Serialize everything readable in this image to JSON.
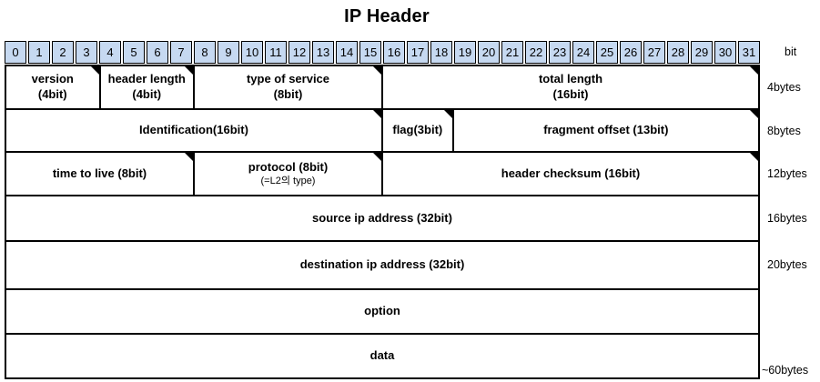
{
  "title": "IP Header",
  "colors": {
    "bit_cell_bg": "#c6d9f1",
    "line": "#000000"
  },
  "bit_numbers": [
    "0",
    "1",
    "2",
    "3",
    "4",
    "5",
    "6",
    "7",
    "8",
    "9",
    "10",
    "11",
    "12",
    "13",
    "14",
    "15",
    "16",
    "17",
    "18",
    "19",
    "20",
    "21",
    "22",
    "23",
    "24",
    "25",
    "26",
    "27",
    "28",
    "29",
    "30",
    "31"
  ],
  "side_labels": [
    {
      "text": "bit"
    },
    {
      "text": "4bytes"
    },
    {
      "text": "8bytes"
    },
    {
      "text": "12bytes"
    },
    {
      "text": "16bytes"
    },
    {
      "text": "20bytes"
    },
    {
      "text": "~60bytes"
    }
  ],
  "rows": [
    {
      "cells": [
        {
          "name": "version",
          "span": 4,
          "lines": [
            "version",
            "(4bit)"
          ],
          "marker": true
        },
        {
          "name": "header-length",
          "span": 4,
          "lines": [
            "header length",
            "(4bit)"
          ],
          "marker": true
        },
        {
          "name": "type-of-service",
          "span": 8,
          "lines": [
            "type of service",
            "(8bit)"
          ],
          "marker": true
        },
        {
          "name": "total-length",
          "span": 16,
          "lines": [
            "total length",
            "(16bit)"
          ],
          "marker": true
        }
      ]
    },
    {
      "cells": [
        {
          "name": "identification",
          "span": 16,
          "lines": [
            "Identification(16bit)"
          ],
          "marker": true
        },
        {
          "name": "flag",
          "span": 3,
          "lines": [
            "flag(3bit)"
          ],
          "marker": true
        },
        {
          "name": "fragment-offset",
          "span": 13,
          "lines": [
            "fragment offset (13bit)"
          ],
          "marker": true
        }
      ]
    },
    {
      "cells": [
        {
          "name": "time-to-live",
          "span": 8,
          "lines": [
            "time to live (8bit)"
          ],
          "marker": true
        },
        {
          "name": "protocol",
          "span": 8,
          "lines": [
            "protocol (8bit)"
          ],
          "sub": "(=L2의 type)",
          "marker": true
        },
        {
          "name": "header-checksum",
          "span": 16,
          "lines": [
            "header checksum (16bit)"
          ],
          "marker": true
        }
      ]
    },
    {
      "cells": [
        {
          "name": "source-ip-address",
          "span": 32,
          "lines": [
            "source ip address (32bit)"
          ],
          "marker": false
        }
      ]
    },
    {
      "cells": [
        {
          "name": "destination-ip-address",
          "span": 32,
          "lines": [
            "destination ip address (32bit)"
          ],
          "marker": false
        }
      ]
    },
    {
      "cells": [
        {
          "name": "option",
          "span": 32,
          "lines": [
            "option"
          ],
          "marker": false
        }
      ]
    },
    {
      "cells": [
        {
          "name": "data",
          "span": 32,
          "lines": [
            "data"
          ],
          "marker": false
        }
      ]
    }
  ]
}
